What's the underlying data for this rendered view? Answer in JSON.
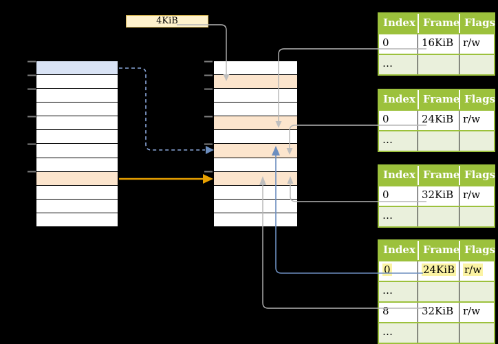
{
  "page_size_label": {
    "text": "4KiB"
  },
  "memory_columns": {
    "virtual": {
      "rows": 12,
      "blue_rows": [
        0
      ],
      "orange_rows": [
        8
      ]
    },
    "physical": {
      "rows": 12,
      "blue_rows": [],
      "orange_rows": [
        1,
        4,
        6,
        8
      ]
    }
  },
  "page_tables": [
    {
      "headers": [
        "Index",
        "Frame",
        "Flags"
      ],
      "rows": [
        {
          "index": "0",
          "frame": "16KiB",
          "flags": "r/w",
          "highlight": false
        },
        {
          "index": "…",
          "frame": "",
          "flags": "",
          "highlight": false
        }
      ]
    },
    {
      "headers": [
        "Index",
        "Frame",
        "Flags"
      ],
      "rows": [
        {
          "index": "0",
          "frame": "24KiB",
          "flags": "r/w",
          "highlight": false
        },
        {
          "index": "…",
          "frame": "",
          "flags": "",
          "highlight": false
        }
      ]
    },
    {
      "headers": [
        "Index",
        "Frame",
        "Flags"
      ],
      "rows": [
        {
          "index": "0",
          "frame": "32KiB",
          "flags": "r/w",
          "highlight": false
        },
        {
          "index": "…",
          "frame": "",
          "flags": "",
          "highlight": false
        }
      ]
    },
    {
      "headers": [
        "Index",
        "Frame",
        "Flags"
      ],
      "rows": [
        {
          "index": "0",
          "frame": "24KiB",
          "flags": "r/w",
          "highlight": true
        },
        {
          "index": "…",
          "frame": "",
          "flags": "",
          "highlight": false
        },
        {
          "index": "8",
          "frame": "32KiB",
          "flags": "r/w",
          "highlight": false
        },
        {
          "index": "…",
          "frame": "",
          "flags": "",
          "highlight": false
        }
      ]
    }
  ],
  "colors": {
    "background": "#000000",
    "table_header_green": "#9CC13C",
    "table_row_light_green": "#EAF0DC",
    "memory_row_blue": "#D9E3F5",
    "memory_row_orange": "#FCE5CD",
    "highlight_yellow": "#FBF3A3",
    "note_fill": "#FFF2CC",
    "note_border": "#D6B656",
    "arrow_gray": "#B5B5B5",
    "arrow_orange": "#E8A000",
    "arrow_blue": "#6C8EBF",
    "arrow_blue_dashed": "#8BA7DB",
    "tick_gray": "#7F7F7F"
  }
}
